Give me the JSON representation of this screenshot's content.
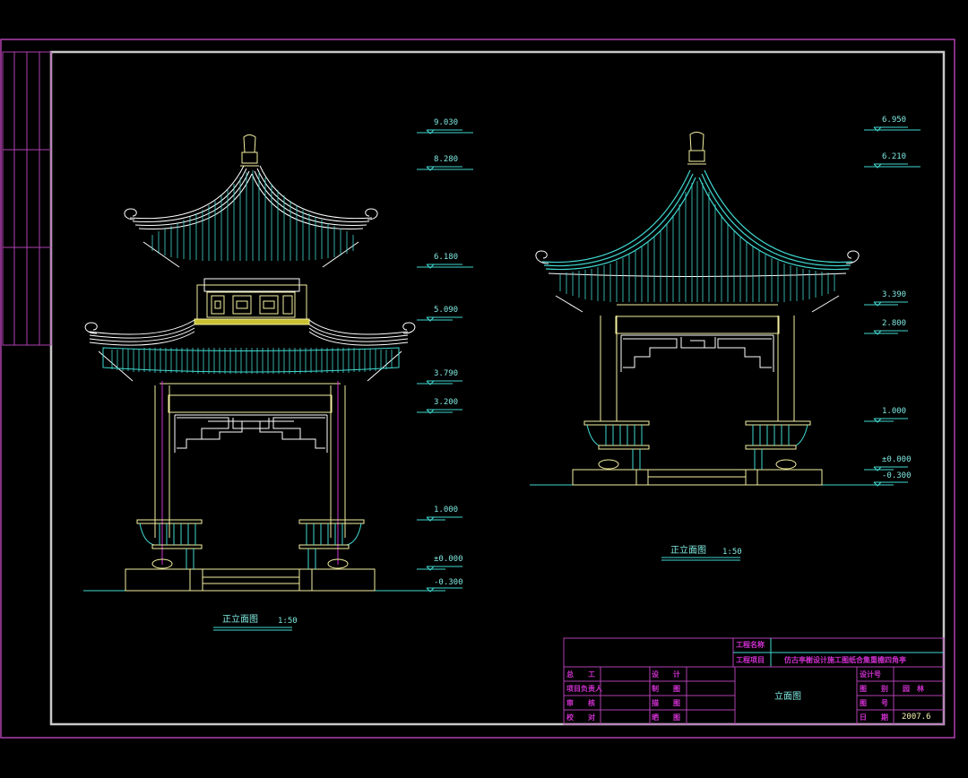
{
  "drawing": {
    "colors": {
      "background": "#000000",
      "outer_frame": "#b040b0",
      "inner_frame": "#c8c8c8",
      "cyan": "#40d8d0",
      "yellow": "#f4f0a0",
      "white": "#ffffff",
      "magenta": "#d030d0"
    }
  },
  "left_elevation": {
    "caption": "正立面图",
    "scale": "1:50",
    "elevations": [
      "9.030",
      "8.280",
      "6.180",
      "5.090",
      "3.790",
      "3.200",
      "1.000",
      "±0.000",
      "-0.300"
    ]
  },
  "right_elevation": {
    "caption": "正立面图",
    "scale": "1:50",
    "elevations": [
      "6.950",
      "6.210",
      "3.390",
      "2.800",
      "1.000",
      "±0.000",
      "-0.300"
    ]
  },
  "title_block": {
    "project_name_label": "工程名称",
    "project_name_value": "",
    "project_item_label": "工程项目",
    "project_item_value": "仿古亭榭设计施工图纸合集重檐四角亭",
    "drawing_title": "立面图",
    "rows_left": [
      {
        "label": "总　　工",
        "value": ""
      },
      {
        "label": "项目负责人",
        "value": ""
      },
      {
        "label": "审　　核",
        "value": ""
      },
      {
        "label": "校　　对",
        "value": ""
      }
    ],
    "rows_mid": [
      {
        "label": "设　　计",
        "value": ""
      },
      {
        "label": "制　　图",
        "value": ""
      },
      {
        "label": "描　　图",
        "value": ""
      },
      {
        "label": "晒　　图",
        "value": ""
      }
    ],
    "rows_right": [
      {
        "label": "设计号",
        "value": ""
      },
      {
        "label": "图　　别",
        "value": "园　林"
      },
      {
        "label": "图　　号",
        "value": ""
      },
      {
        "label": "日　　期",
        "value": "2007.6"
      }
    ]
  }
}
